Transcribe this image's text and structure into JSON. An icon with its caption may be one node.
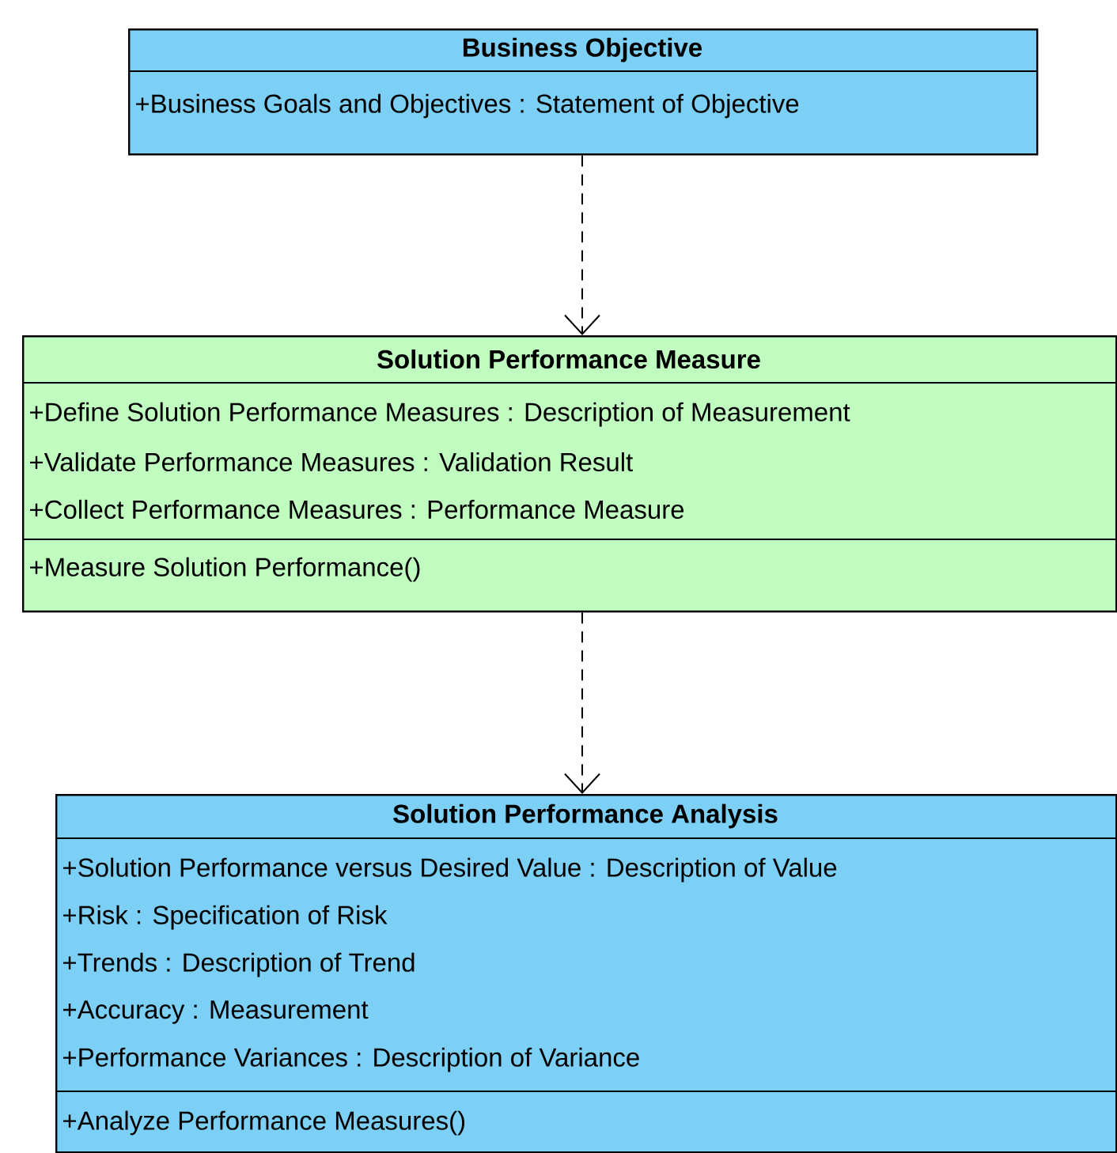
{
  "diagram": {
    "nodes": [
      {
        "text": [
          "Business Objective",
          "+Business Goals and Objectives : Statement of Objective"
        ]
      },
      {
        "text": [
          "Solution Performance Measure",
          "+Define Solution Performance Measures : Description of Measurement",
          "+Validate Performance Measures : Validation Result",
          "+Collect Performance Measures : Performance Measure",
          "+Measure Solution Performance()"
        ]
      },
      {
        "text": [
          "Solution Performance Analysis",
          "+Solution Performance versus Desired Value : Description of Value",
          "+Risk : Specification of Risk",
          "+Trends : Description of Trend",
          "+Accuracy : Measurement",
          "+Performance Variances : Description of Variance",
          "+Analyze Performance Measures()"
        ]
      }
    ],
    "edges": [
      {
        "from": 0,
        "to": 1,
        "arrow": "to",
        "style": "dashed"
      },
      {
        "from": 1,
        "to": 2,
        "arrow": "to",
        "style": "dashed"
      }
    ]
  }
}
